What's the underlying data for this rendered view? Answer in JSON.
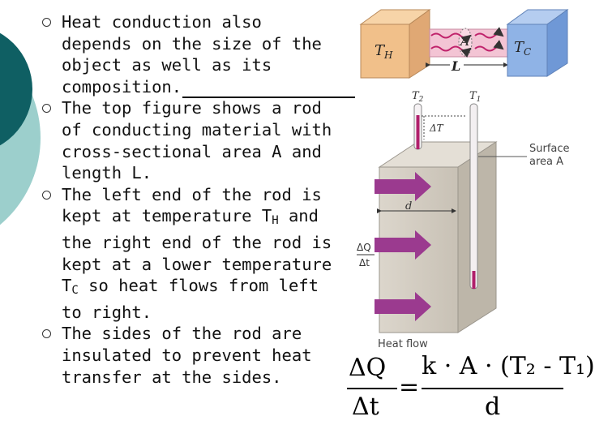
{
  "bullets": [
    {
      "text": "Heat conduction also depends on the size of the object as well as its composition."
    },
    {
      "text": "The top figure shows a rod of conducting material with cross-sectional area A and length L."
    },
    {
      "text_a": "The left end of the rod is kept at temperature T",
      "sub_a": "H",
      "text_b": " and the right end of the rod is kept at a lower temperature T",
      "sub_b": "C",
      "text_c": " so heat flows from left to right."
    },
    {
      "text": "The sides of the rod are insulated to prevent heat transfer at the sides."
    }
  ],
  "top_figure": {
    "hot_label": "T",
    "hot_sub": "H",
    "cold_label": "T",
    "cold_sub": "C",
    "area_label": "A",
    "length_label": "L",
    "hot_color": "#f1c08a",
    "cold_color": "#8fb3e6",
    "rod_color": "#f3c4d4"
  },
  "slab_figure": {
    "t2_label": "T",
    "t2_sub": "2",
    "t1_label": "T",
    "t1_sub": "1",
    "delta_t_label": "ΔT",
    "surface_label_1": "Surface",
    "surface_label_2": "area A",
    "d_label": "d",
    "rate_num": "ΔQ",
    "rate_den": "Δt",
    "heat_flow_label": "Heat flow",
    "arrow_color": "#9b3a8f"
  },
  "formula": {
    "lhs_num": "ΔQ",
    "lhs_den": "Δt",
    "equals": "=",
    "rhs_num": "k · A · (T₂ - T₁)",
    "rhs_den": "d"
  },
  "colors": {
    "deco_dark": "#0f5f63",
    "deco_light": "#9ccfcc"
  }
}
